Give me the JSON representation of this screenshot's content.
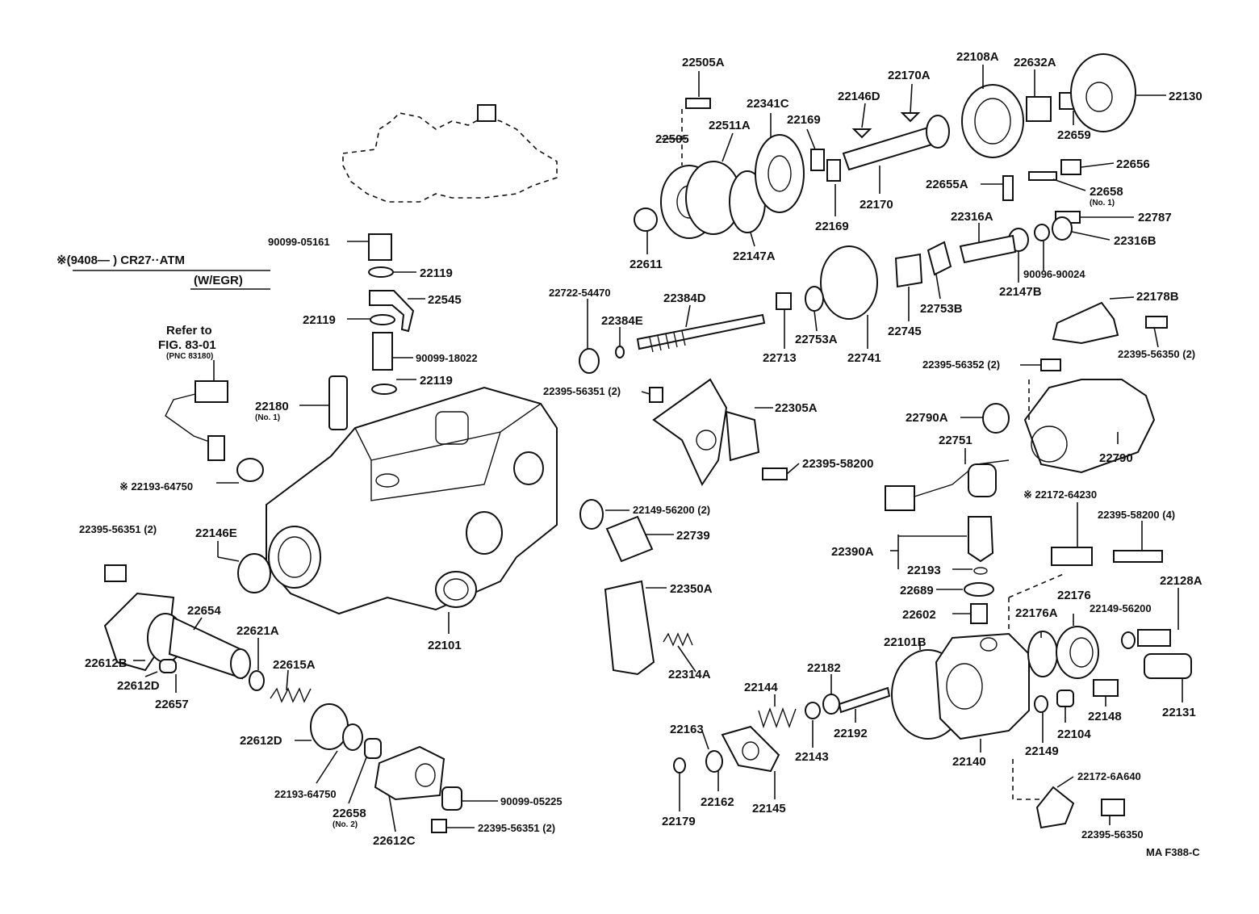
{
  "header": {
    "line1": "※(9408—        ) CR27··ATM",
    "line2": "(W/EGR)"
  },
  "refer": {
    "line1": "Refer to",
    "line2": "FIG. 83-01",
    "line3": "(PNC 83180)"
  },
  "footer_code": "MA  F388-C",
  "labels": {
    "p22505A": "22505A",
    "p22505": "22505",
    "p22511A": "22511A",
    "p22341C": "22341C",
    "p22169a": "22169",
    "p22146D": "22146D",
    "p22170A": "22170A",
    "p22108A": "22108A",
    "p22632A": "22632A",
    "p22130": "22130",
    "p22659": "22659",
    "p22170": "22170",
    "p22169b": "22169",
    "p22147A": "22147A",
    "p22611": "22611",
    "p22656": "22656",
    "p22655A": "22655A",
    "p22658a": "22658",
    "p22658a_no": "(No. 1)",
    "p22787": "22787",
    "p22316A": "22316A",
    "p22316B": "22316B",
    "p90096": "90096-90024",
    "p22147B": "22147B",
    "p22753B": "22753B",
    "p22745": "22745",
    "p22741": "22741",
    "p22753A": "22753A",
    "p22713": "22713",
    "p22384D": "22384D",
    "p22384E": "22384E",
    "p22722": "22722-54470",
    "p22178B": "22178B",
    "p22395_56350_2": "22395-56350 (2)",
    "p22395_56352": "22395-56352 (2)",
    "p22395_56351_a": "22395-56351 (2)",
    "p22305A": "22305A",
    "p22395_58200": "22395-58200",
    "p22790A": "22790A",
    "p22751": "22751",
    "p22790": "22790",
    "p22172_64230": "※ 22172-64230",
    "p22395_58200_4": "22395-58200 (4)",
    "p22149_56200_2": "22149-56200 (2)",
    "p22739": "22739",
    "p22390A": "22390A",
    "p22193": "22193",
    "p22689": "22689",
    "p22602": "22602",
    "p22176A": "22176A",
    "p22176": "22176",
    "p22149_56200": "22149-56200",
    "p22128A": "22128A",
    "p22350A": "22350A",
    "p22314A": "22314A",
    "p22101B": "22101B",
    "p22182": "22182",
    "p22144": "22144",
    "p22163": "22163",
    "p22143": "22143",
    "p22192": "22192",
    "p22140": "22140",
    "p22149": "22149",
    "p22104": "22104",
    "p22148": "22148",
    "p22131": "22131",
    "p22162": "22162",
    "p22145": "22145",
    "p22179": "22179",
    "p22172_6A640": "22172-6A640",
    "p22395_56350": "22395-56350",
    "p90099_05161": "90099-05161",
    "p22119a": "22119",
    "p22545": "22545",
    "p22119b": "22119",
    "p90099_18022": "90099-18022",
    "p22119c": "22119",
    "p22180": "22180",
    "p22180_no": "(No. 1)",
    "p22193_64750a": "※ 22193-64750",
    "p22395_56351_b": "22395-56351 (2)",
    "p22146E": "22146E",
    "p22101": "22101",
    "p22654": "22654",
    "p22621A": "22621A",
    "p22612B": "22612B",
    "p22612D": "22612D",
    "p22657": "22657",
    "p22615A": "22615A",
    "p22612D_b": "22612D",
    "p22193_64750b": "22193-64750",
    "p22658b": "22658",
    "p22658b_no": "(No. 2)",
    "p22612C": "22612C",
    "p90099_05225": "90099-05225",
    "p22395_56351_c": "22395-56351 (2)"
  }
}
